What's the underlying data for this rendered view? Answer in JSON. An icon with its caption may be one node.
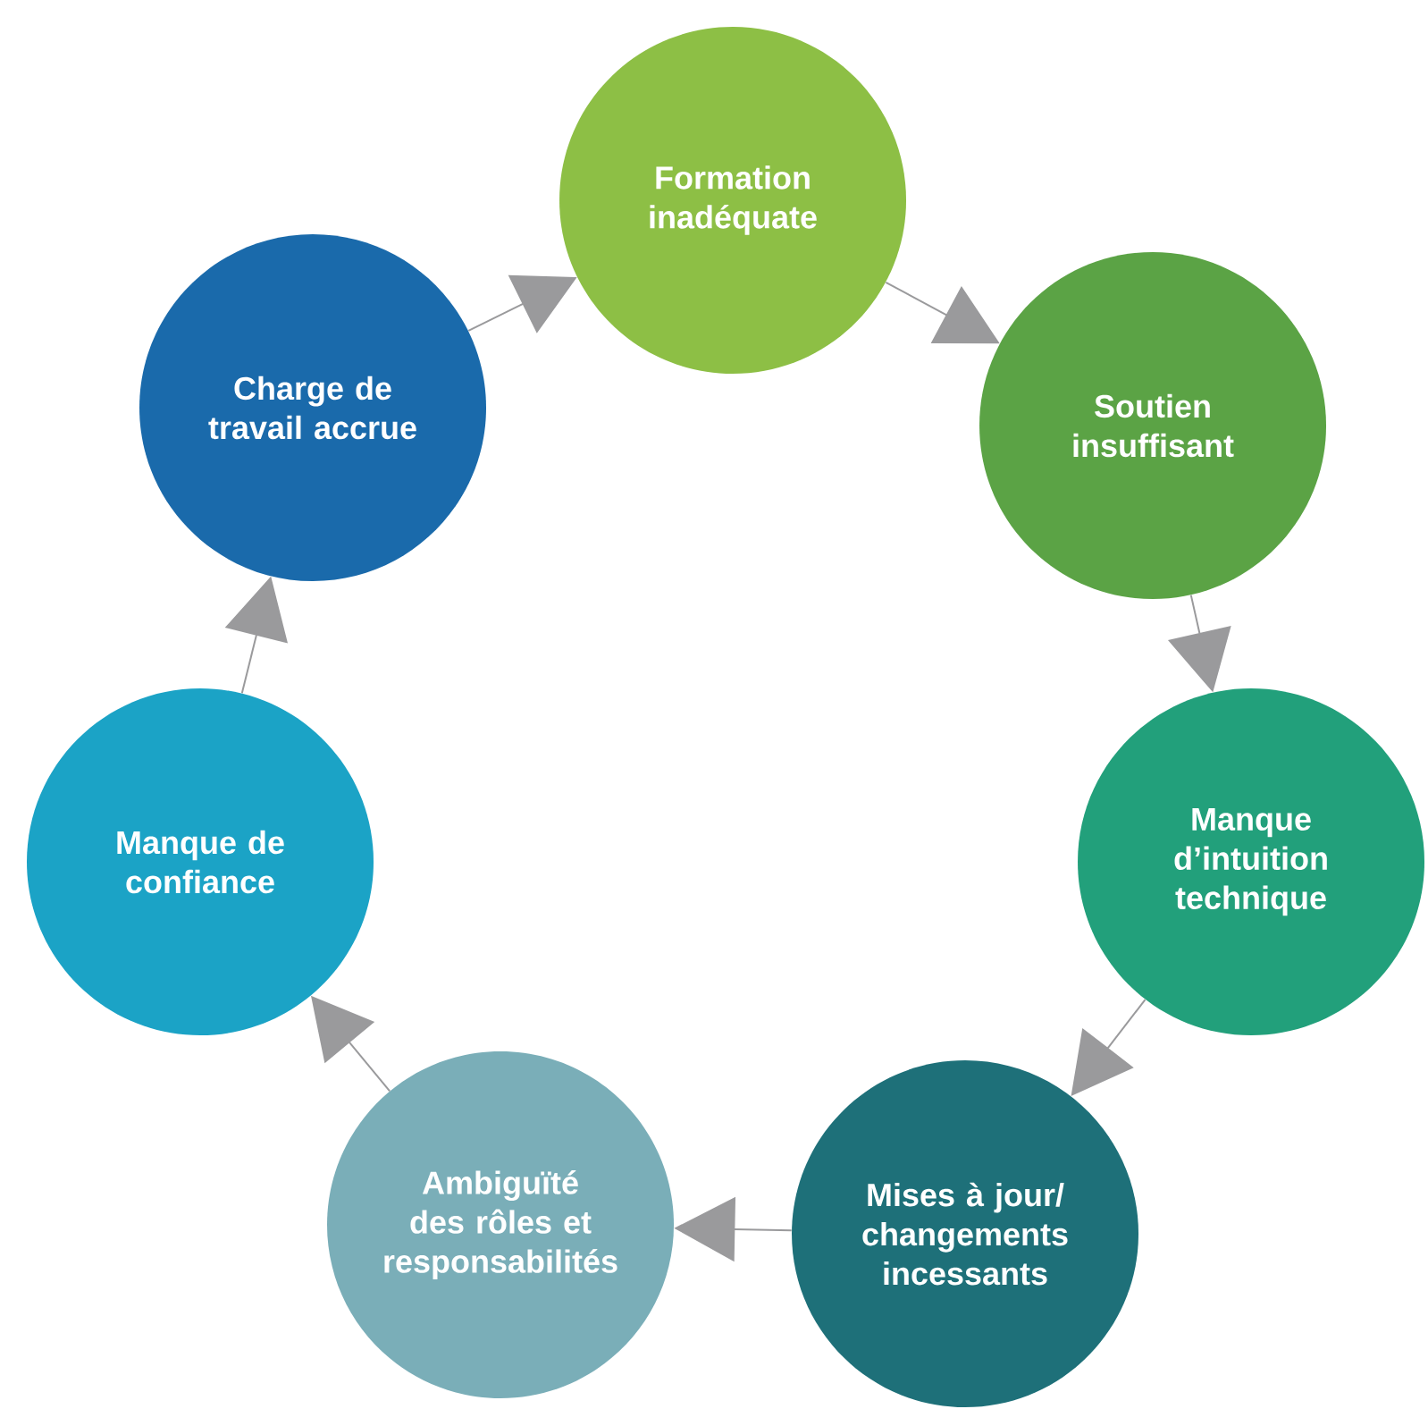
{
  "diagram": {
    "nodes": [
      {
        "text": [
          "Formation inadéquate"
        ]
      },
      {
        "text": [
          "Soutien insuffisant"
        ]
      },
      {
        "text": [
          "Manque d’intuition technique"
        ]
      },
      {
        "text": [
          "Mises à jour/ changements incessants"
        ]
      },
      {
        "text": [
          "Ambiguïté des rôles et responsabilités"
        ]
      },
      {
        "text": [
          "Manque de confiance"
        ]
      },
      {
        "text": [
          "Charge de travail accrue"
        ]
      }
    ],
    "edges": [
      {
        "from": 0,
        "to": 1,
        "arrow": "to"
      },
      {
        "from": 1,
        "to": 2,
        "arrow": "to"
      },
      {
        "from": 2,
        "to": 3,
        "arrow": "to"
      },
      {
        "from": 3,
        "to": 4,
        "arrow": "to"
      },
      {
        "from": 4,
        "to": 5,
        "arrow": "to"
      },
      {
        "from": 5,
        "to": 6,
        "arrow": "to"
      },
      {
        "from": 6,
        "to": 0,
        "arrow": "to"
      }
    ]
  }
}
